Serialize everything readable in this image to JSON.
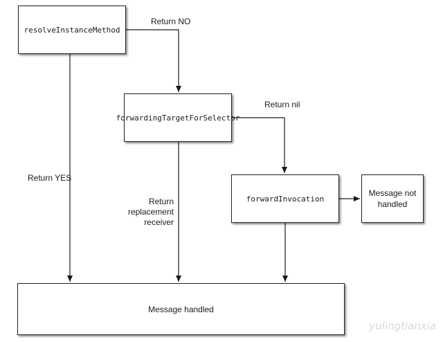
{
  "diagram": {
    "nodes": {
      "resolve": "resolveInstanceMethod",
      "forwarding_target": "forwardingTargetForSelector",
      "forward_invocation": "forwardInvocation",
      "not_handled": "Message not handled",
      "handled": "Message handled"
    },
    "edges": {
      "return_no": "Return NO",
      "return_nil": "Return nil",
      "return_yes": "Return YES",
      "return_replacement": "Return replacement receiver"
    },
    "watermark": "yulingtianxia"
  }
}
